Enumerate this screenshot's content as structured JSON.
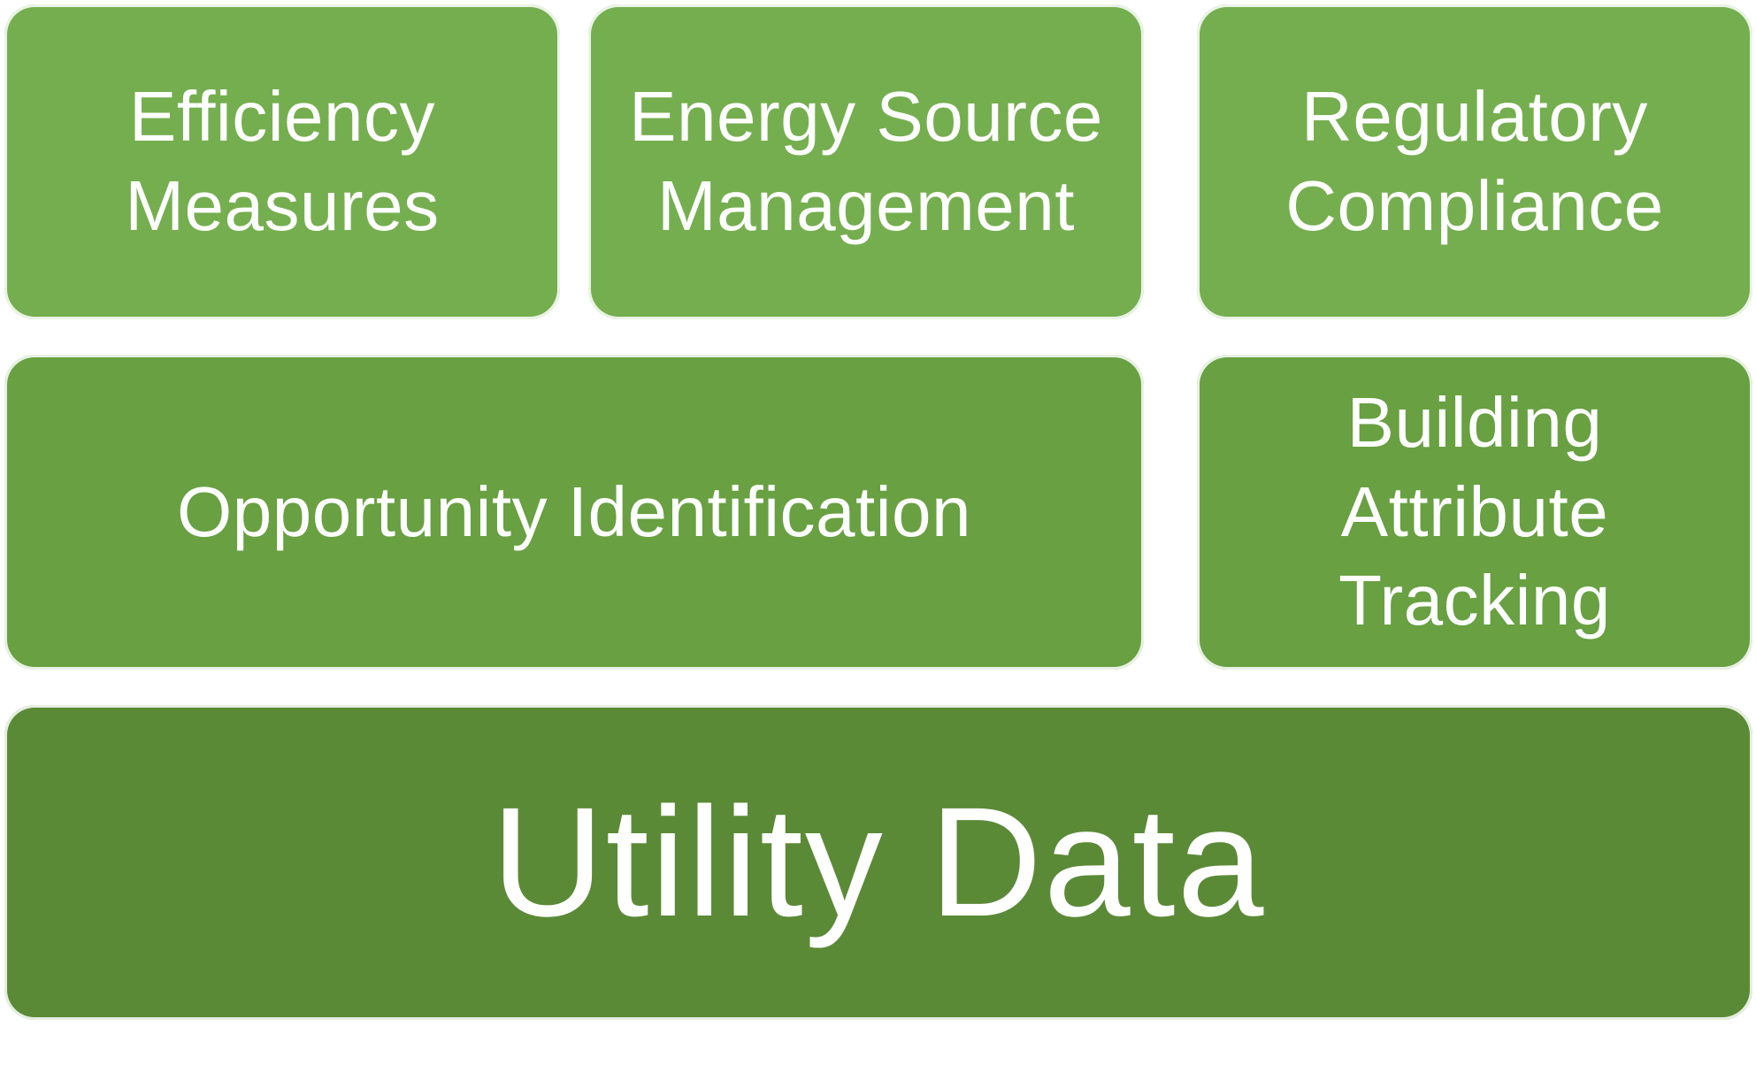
{
  "diagram": {
    "colors": {
      "top_tier": "#75ae4f",
      "middle_tier": "#68a042",
      "base_tier": "#5b8a37",
      "text": "#ffffff"
    },
    "top_row": [
      {
        "label": "Efficiency\nMeasures"
      },
      {
        "label": "Energy Source\nManagement"
      },
      {
        "label": "Regulatory\nCompliance"
      }
    ],
    "middle_row": [
      {
        "label": "Opportunity Identification"
      },
      {
        "label": "Building\nAttribute\nTracking"
      }
    ],
    "base": {
      "label": "Utility Data"
    }
  }
}
